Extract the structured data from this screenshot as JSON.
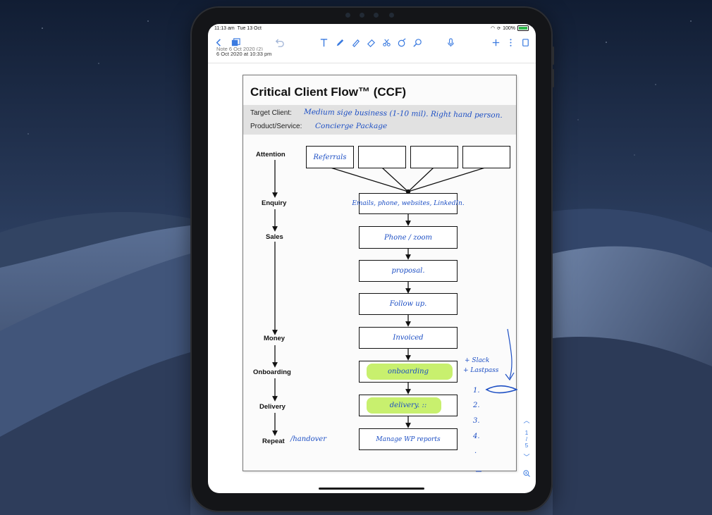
{
  "status_bar": {
    "time": "11:13 am",
    "date": "Tue 13 Oct",
    "battery": "100%"
  },
  "toolbar": {
    "icons": [
      "back-icon",
      "pages-icon",
      "undo-icon",
      "text-tool-icon",
      "pen-tool-icon",
      "highlighter-tool-icon",
      "eraser-tool-icon",
      "lasso-tool-icon",
      "shapes-tool-icon",
      "zoom-tool-icon",
      "microphone-icon",
      "add-icon",
      "more-icon",
      "export-icon"
    ],
    "accent": "#3b7be0",
    "active_tool": "pen-tool-icon"
  },
  "document": {
    "cut_title": "Note 6 Oct 2020 (2)",
    "modified": "6 Oct 2020 at 10:33 pm",
    "page_current": "1",
    "page_separator": "/",
    "page_total": "5"
  },
  "paper": {
    "title": "Critical Client Flow™ (CCF)",
    "target_client_label": "Target Client:",
    "target_client_value": "Medium sige business (1-10 mil). Right hand person.",
    "product_label": "Product/Service:",
    "product_value": "Concierge Package",
    "stages": [
      {
        "label": "Attention"
      },
      {
        "label": "Enquiry"
      },
      {
        "label": "Sales"
      },
      {
        "label": "Money"
      },
      {
        "label": "Onboarding"
      },
      {
        "label": "Delivery"
      },
      {
        "label": "Repeat"
      }
    ],
    "repeat_note": "/handover",
    "attention_boxes": [
      "Referrals",
      "",
      "",
      ""
    ],
    "flow_boxes": [
      {
        "text": "Emails, phone, websites, LinkedIn.",
        "highlight": false
      },
      {
        "text": "Phone / zoom",
        "highlight": false
      },
      {
        "text": "proposal.",
        "highlight": false
      },
      {
        "text": "Follow up.",
        "highlight": false
      },
      {
        "text": "Invoiced",
        "highlight": false
      },
      {
        "text": "onboarding",
        "highlight": true
      },
      {
        "text": "delivery. ::",
        "highlight": true
      },
      {
        "text": "Manage WP reports",
        "highlight": false
      }
    ],
    "side_notes": [
      "+ Slack",
      "+ Lastpass"
    ],
    "numbered": [
      "1.",
      "2.",
      "3.",
      "4.",
      "."
    ],
    "highlight_color": "#c8f06e",
    "ink_color": "#1d4fc4"
  }
}
